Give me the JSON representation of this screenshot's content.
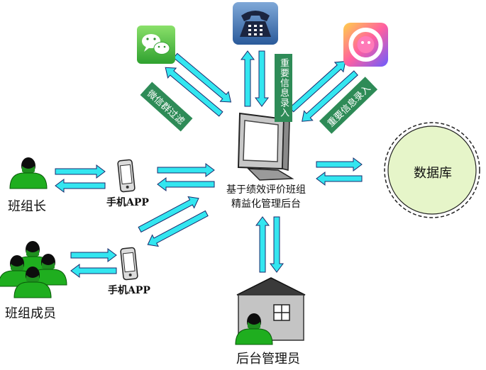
{
  "nodes": {
    "team_leader": {
      "label": "班组长"
    },
    "team_members": {
      "label": "班组成员"
    },
    "app_top": {
      "label": "手机APP"
    },
    "app_bottom": {
      "label": "手机APP"
    },
    "platform": {
      "line1": "基于绩效评价班组",
      "line2": "精益化管理后台"
    },
    "database": {
      "label": "数据库"
    },
    "admin": {
      "label": "后台管理员"
    }
  },
  "edge_labels": {
    "wechat": "微信群过滤",
    "phone": "重要信息录入",
    "app": "重要信息录入"
  },
  "icons": {
    "wechat": "wechat-icon",
    "phone": "telephone-icon",
    "app": "app-icon",
    "monitor": "computer-monitor-icon",
    "house": "house-icon",
    "phone_device": "mobile-phone-icon",
    "person": "person-icon",
    "database": "database-icon"
  },
  "colors": {
    "arrow": "#33e6f0",
    "arrow_stroke": "#1a2a6c",
    "tag_bg": "#2e8b57",
    "person": "#1fae1f",
    "database_fill": "#e6f5c9"
  }
}
